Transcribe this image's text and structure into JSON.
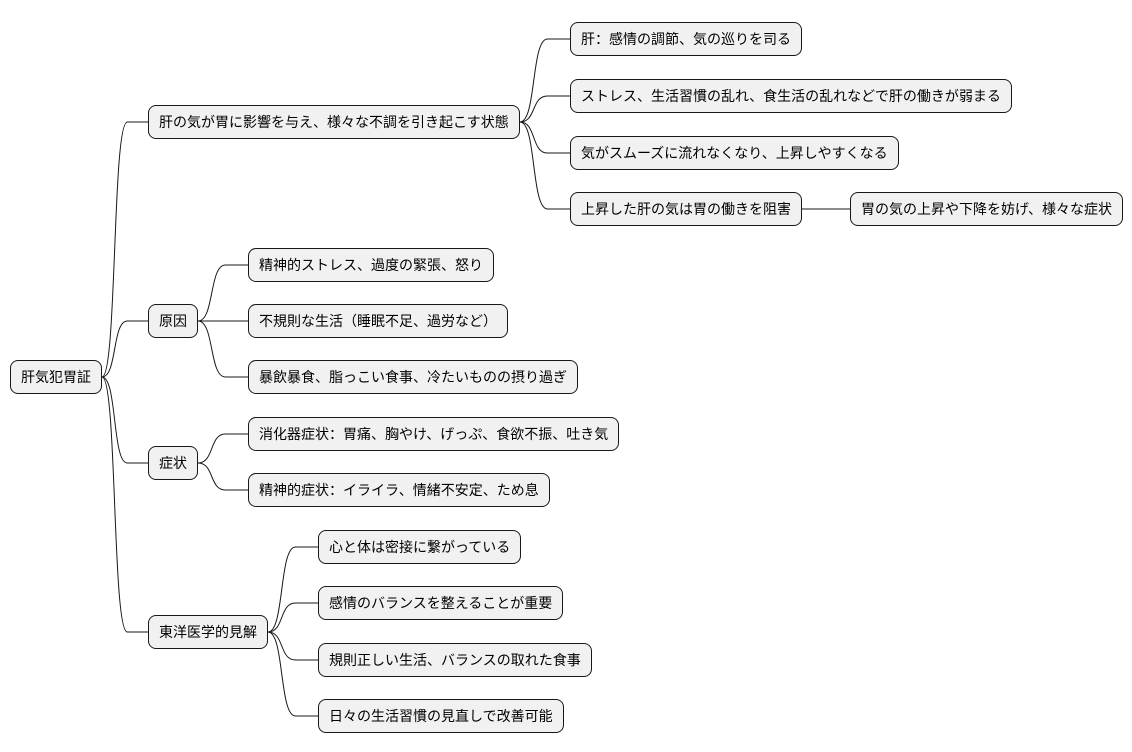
{
  "mindmap": {
    "root": "肝気犯胃証",
    "branches": [
      {
        "label": "肝の気が胃に影響を与え、様々な不調を引き起こす状態",
        "children": [
          {
            "label": "肝：感情の調節、気の巡りを司る",
            "children": []
          },
          {
            "label": "ストレス、生活習慣の乱れ、食生活の乱れなどで肝の働きが弱まる",
            "children": []
          },
          {
            "label": "気がスムーズに流れなくなり、上昇しやすくなる",
            "children": []
          },
          {
            "label": "上昇した肝の気は胃の働きを阻害",
            "children": [
              {
                "label": "胃の気の上昇や下降を妨げ、様々な症状",
                "children": []
              }
            ]
          }
        ]
      },
      {
        "label": "原因",
        "children": [
          {
            "label": "精神的ストレス、過度の緊張、怒り",
            "children": []
          },
          {
            "label": "不規則な生活（睡眠不足、過労など）",
            "children": []
          },
          {
            "label": "暴飲暴食、脂っこい食事、冷たいものの摂り過ぎ",
            "children": []
          }
        ]
      },
      {
        "label": "症状",
        "children": [
          {
            "label": "消化器症状：胃痛、胸やけ、げっぷ、食欲不振、吐き気",
            "children": []
          },
          {
            "label": "精神的症状：イライラ、情緒不安定、ため息",
            "children": []
          }
        ]
      },
      {
        "label": "東洋医学的見解",
        "children": [
          {
            "label": "心と体は密接に繋がっている",
            "children": []
          },
          {
            "label": "感情のバランスを整えることが重要",
            "children": []
          },
          {
            "label": "規則正しい生活、バランスの取れた食事",
            "children": []
          },
          {
            "label": "日々の生活習慣の見直しで改善可能",
            "children": []
          }
        ]
      }
    ]
  }
}
